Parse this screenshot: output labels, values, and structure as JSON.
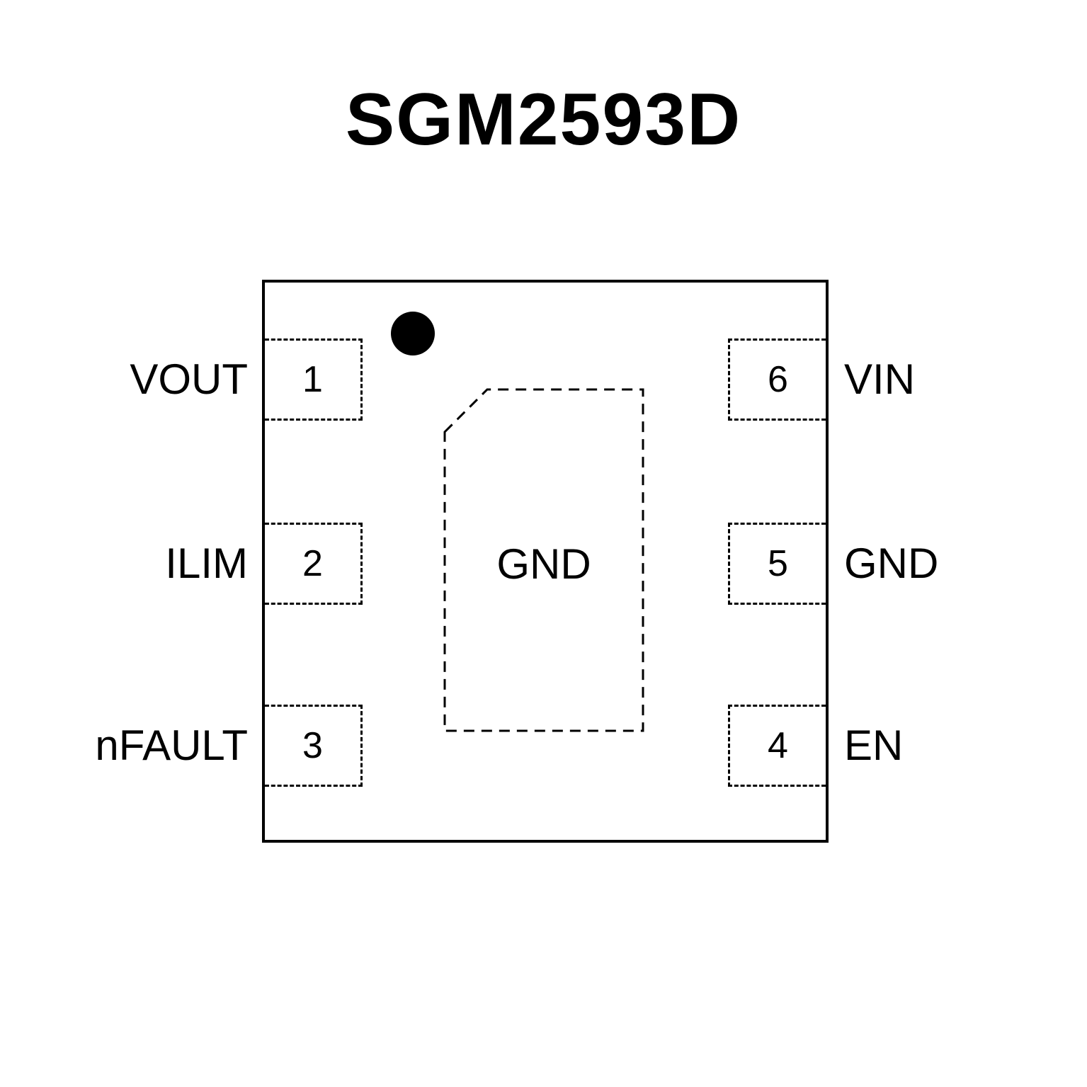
{
  "title": "SGM2593D",
  "package": {
    "thermal_pad_label": "GND"
  },
  "pins": {
    "left": [
      {
        "number": "1",
        "label": "VOUT"
      },
      {
        "number": "2",
        "label": "ILIM"
      },
      {
        "number": "3",
        "label": "nFAULT"
      }
    ],
    "right": [
      {
        "number": "6",
        "label": "VIN"
      },
      {
        "number": "5",
        "label": "GND"
      },
      {
        "number": "4",
        "label": "EN"
      }
    ]
  },
  "colors": {
    "line": "#000000",
    "background": "#ffffff",
    "pin1_dot": "#000000"
  }
}
